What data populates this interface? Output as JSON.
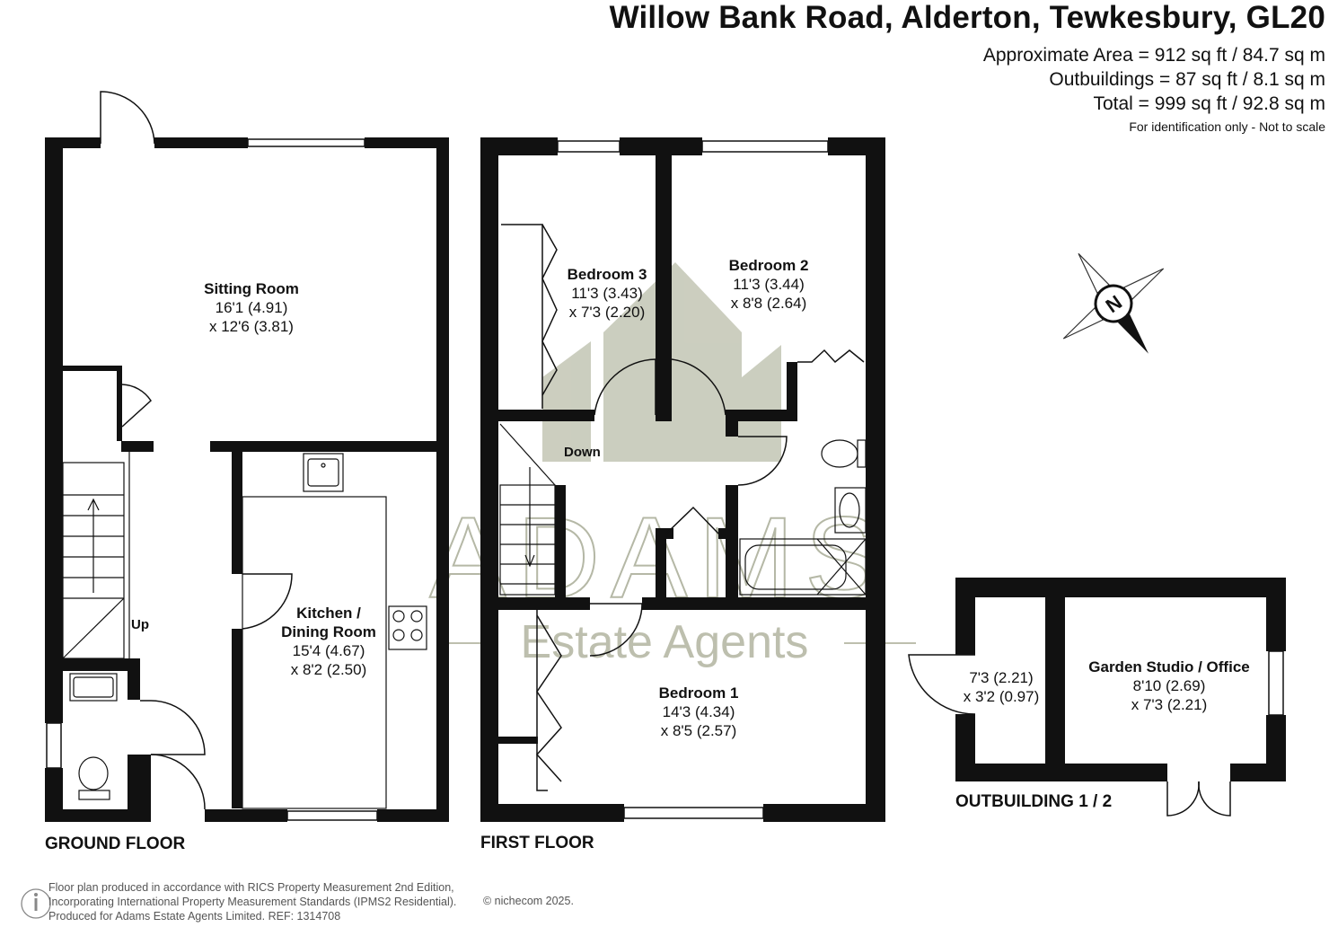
{
  "header": {
    "title": "Willow Bank Road, Alderton, Tewkesbury, GL20",
    "approx_area": "Approximate Area = 912 sq ft / 84.7 sq m",
    "outbuildings": "Outbuildings = 87 sq ft / 8.1 sq m",
    "total": "Total = 999 sq ft / 92.8 sq m",
    "note": "For identification only - Not to scale"
  },
  "floors": {
    "ground": "GROUND FLOOR",
    "first": "FIRST FLOOR",
    "outbuilding": "OUTBUILDING 1 / 2"
  },
  "rooms": {
    "sitting": {
      "name": "Sitting Room",
      "dim1": "16'1 (4.91)",
      "dim2": "x 12'6 (3.81)"
    },
    "kitchen": {
      "name1": "Kitchen /",
      "name2": "Dining Room",
      "dim1": "15'4 (4.67)",
      "dim2": "x 8'2 (2.50)"
    },
    "bedroom3": {
      "name": "Bedroom 3",
      "dim1": "11'3 (3.43)",
      "dim2": "x 7'3 (2.20)"
    },
    "bedroom2": {
      "name": "Bedroom 2",
      "dim1": "11'3 (3.44)",
      "dim2": "x 8'8 (2.64)"
    },
    "bedroom1": {
      "name": "Bedroom 1",
      "dim1": "14'3 (4.34)",
      "dim2": "x 8'5 (2.57)"
    },
    "store": {
      "dim1": "7'3 (2.21)",
      "dim2": "x 3'2 (0.97)"
    },
    "studio": {
      "name": "Garden Studio / Office",
      "dim1": "8'10 (2.69)",
      "dim2": "x 7'3 (2.21)"
    }
  },
  "stairs": {
    "up": "Up",
    "down": "Down"
  },
  "compass": {
    "letter": "N"
  },
  "watermark": {
    "brand": "ADAMS",
    "tagline": "Estate Agents"
  },
  "footer": {
    "line1": "Floor plan produced in accordance with RICS Property Measurement 2nd Edition,",
    "line2": "Incorporating International Property Measurement Standards (IPMS2 Residential).",
    "line3": "Produced for Adams Estate Agents Limited.   REF:  1314708",
    "copyright": "© nichecom 2025."
  },
  "colors": {
    "wall": "#111111",
    "watermark": "#b9bdaa",
    "text": "#111111"
  }
}
